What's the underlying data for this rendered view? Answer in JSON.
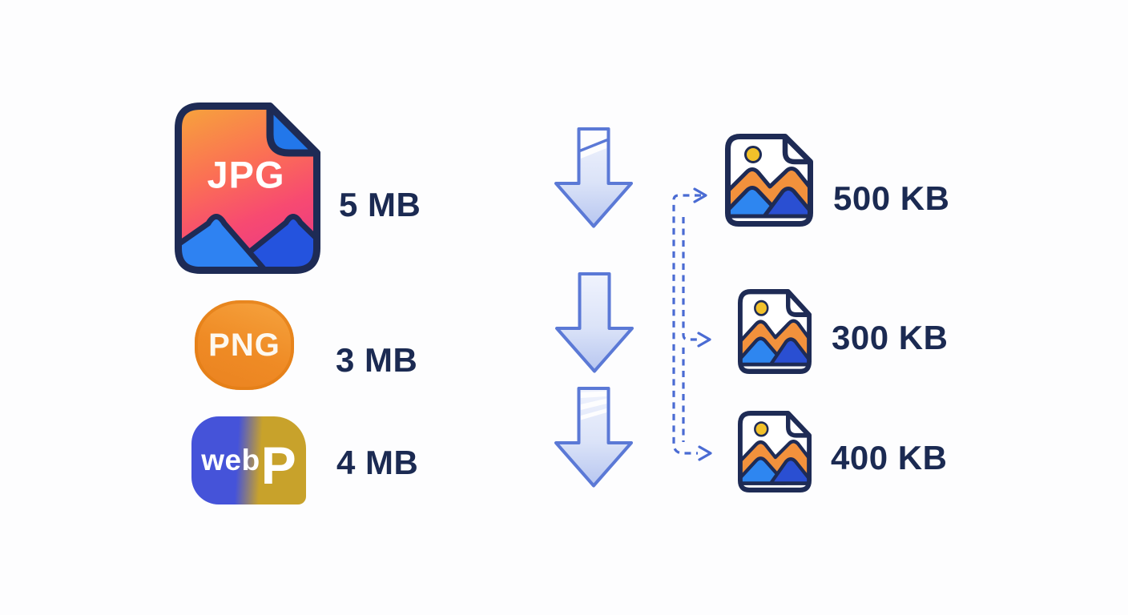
{
  "figure": {
    "kind": "image-compression-diagram",
    "rows": [
      {
        "source": {
          "format": "JPG",
          "size": "5 MB"
        },
        "output": {
          "size": "500 KB"
        }
      },
      {
        "source": {
          "format": "PNG",
          "size": "3 MB"
        },
        "output": {
          "size": "300 KB"
        }
      },
      {
        "source": {
          "format": "webP",
          "size": "4 MB",
          "display_prefix": "web",
          "display_suffix": "P"
        },
        "output": {
          "size": "400 KB"
        }
      }
    ],
    "colors": {
      "text_navy": "#1b2a52",
      "icon_outline": "#1e2b55",
      "arrow_stroke": "#5b79d6",
      "arrow_fill_top": "#eef2fc",
      "arrow_fill_bottom": "#bac8f0",
      "dashed_connector": "#4a6bd3",
      "jpg_gradient_top": "#f6a53b",
      "jpg_gradient_mid": "#fb7054",
      "jpg_gradient_bottom": "#ee3f7e",
      "png_orange": "#ef8b25",
      "webp_blue": "#4553d9",
      "webp_gold": "#c8a22b",
      "sun_yellow": "#f2c12a",
      "mountain_orange": "#f2913c",
      "mountain_light_blue": "#2e86f0",
      "mountain_dark_blue": "#2a4fd2",
      "fold_blue": "#2277ea"
    }
  }
}
